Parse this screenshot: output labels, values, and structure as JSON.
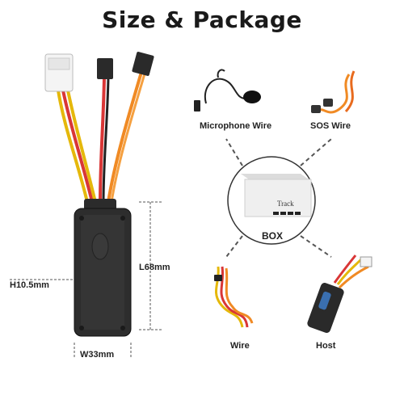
{
  "title": "Size & Package",
  "dimensions": {
    "height": "H10.5mm",
    "length": "L68mm",
    "width": "W33mm"
  },
  "package": {
    "center_label": "BOX",
    "box_print": "Track",
    "items": [
      {
        "label": "Microphone Wire"
      },
      {
        "label": "SOS Wire"
      },
      {
        "label": "Wire"
      },
      {
        "label": "Host"
      }
    ]
  }
}
